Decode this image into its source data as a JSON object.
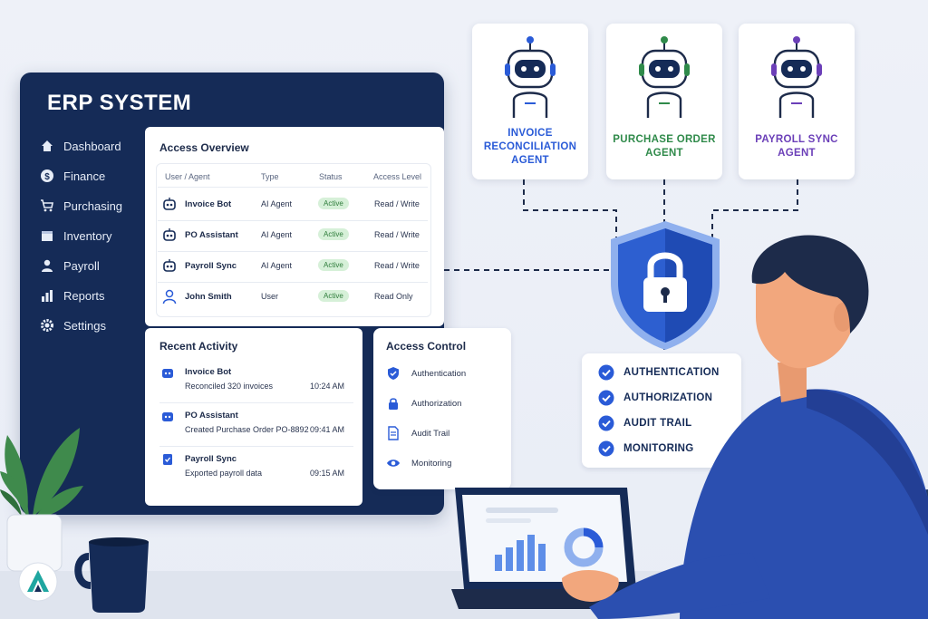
{
  "erp": {
    "title": "ERP SYSTEM",
    "sidebar": [
      {
        "label": "Dashboard",
        "icon": "home-icon"
      },
      {
        "label": "Finance",
        "icon": "dollar-icon"
      },
      {
        "label": "Purchasing",
        "icon": "cart-icon"
      },
      {
        "label": "Inventory",
        "icon": "box-icon"
      },
      {
        "label": "Payroll",
        "icon": "person-icon"
      },
      {
        "label": "Reports",
        "icon": "bar-chart-icon"
      },
      {
        "label": "Settings",
        "icon": "gear-icon"
      }
    ]
  },
  "access_overview": {
    "title": "Access Overview",
    "columns": [
      "User / Agent",
      "Type",
      "Status",
      "Access Level"
    ],
    "rows": [
      {
        "name": "Invoice Bot",
        "type": "AI Agent",
        "status": "Active",
        "level": "Read / Write"
      },
      {
        "name": "PO Assistant",
        "type": "AI Agent",
        "status": "Active",
        "level": "Read / Write"
      },
      {
        "name": "Payroll Sync",
        "type": "AI Agent",
        "status": "Active",
        "level": "Read / Write"
      },
      {
        "name": "John Smith",
        "type": "User",
        "status": "Active",
        "level": "Read Only"
      }
    ]
  },
  "recent_activity": {
    "title": "Recent Activity",
    "items": [
      {
        "name": "Invoice Bot",
        "detail": "Reconciled 320 invoices",
        "time": "10:24 AM"
      },
      {
        "name": "PO Assistant",
        "detail": "Created Purchase Order PO-8892",
        "time": "09:41 AM"
      },
      {
        "name": "Payroll Sync",
        "detail": "Exported payroll data",
        "time": "09:15 AM"
      }
    ]
  },
  "access_control": {
    "title": "Access Control",
    "items": [
      "Authentication",
      "Authorization",
      "Audit Trail",
      "Monitoring"
    ]
  },
  "agents": [
    {
      "line1": "INVOICE",
      "line2": "RECONCILIATION",
      "line3": "AGENT",
      "color": "#2a5bd7"
    },
    {
      "line1": "PURCHASE ORDER",
      "line2": "AGENT",
      "color": "#2f8a4a"
    },
    {
      "line1": "PAYROLL SYNC",
      "line2": "AGENT",
      "color": "#6b3fb8"
    }
  ],
  "security_checklist": [
    "AUTHENTICATION",
    "AUTHORIZATION",
    "AUDIT TRAIL",
    "MONITORING"
  ],
  "colors": {
    "navy": "#152b57",
    "accent_blue": "#2a5bd7",
    "shield": "#2d5fd0",
    "active_badge": "#d6f0d8"
  }
}
